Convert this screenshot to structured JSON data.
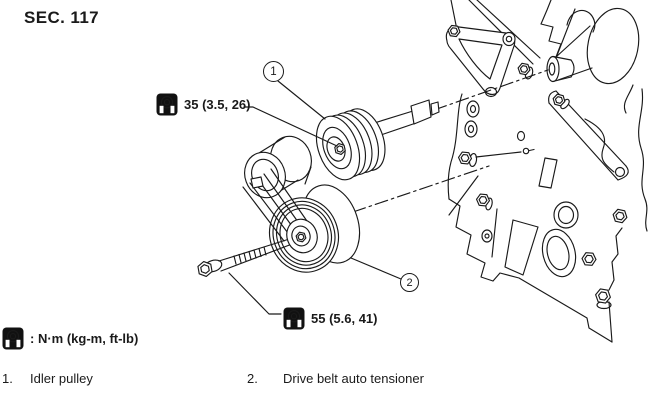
{
  "page": {
    "section_label": "SEC. 117",
    "torque_specs": {
      "idler_bolt": "35 (3.5, 26)",
      "tensioner_bolt": "55 (5.6, 41)"
    },
    "torque_legend_text": ": N·m (kg-m, ft-lb)",
    "callouts": {
      "idler": "1",
      "tensioner": "2"
    },
    "parts_list": [
      {
        "num": "1.",
        "label": "Idler pulley"
      },
      {
        "num": "2.",
        "label": "Drive belt auto tensioner"
      }
    ],
    "icons": {
      "torque_symbol": "torque-wrench-icon"
    },
    "colors": {
      "ink": "#1a1a1a",
      "paper": "#ffffff",
      "icon_bg": "#111111"
    }
  }
}
